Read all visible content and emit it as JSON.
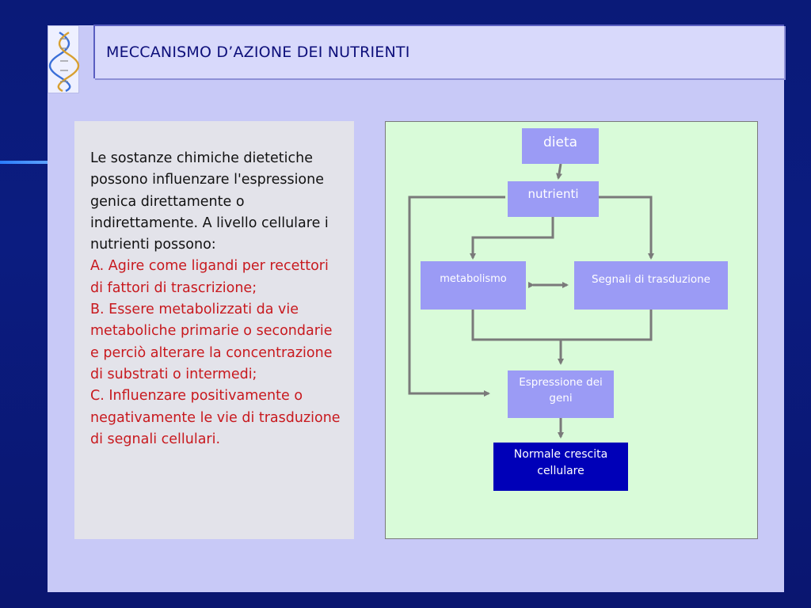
{
  "header": {
    "title": "MECCANISMO D’AZIONE DEI NUTRIENTI"
  },
  "logo": {
    "icon": "dna-helix-icon"
  },
  "text_panel": {
    "intro": "Le sostanze chimiche dietetiche possono influenzare l'espressione genica direttamente o indirettamente. A livello cellulare i nutrienti possono:",
    "point_a": "A. Agire come ligandi per recettori di fattori di trascrizione;",
    "point_b": "B. Essere metabolizzati da vie metaboliche primarie o secondarie e perciò alterare la concentrazione di substrati o intermedi;",
    "point_c": "C. Influenzare positivamente o negativamente le vie di trasduzione di segnali cellulari."
  },
  "diagram": {
    "nodes": {
      "dieta": "dieta",
      "nutrienti": "nutrienti",
      "metabolismo": "metabolismo",
      "segnali": "Segnali di trasduzione",
      "espressione": "Espressione dei geni",
      "crescita": "Normale crescita cellulare"
    },
    "colors": {
      "node_light": "#9b9bf5",
      "node_dark": "#0000b8",
      "arrow": "#7a7a7a",
      "background": "#d9fbd9"
    }
  }
}
